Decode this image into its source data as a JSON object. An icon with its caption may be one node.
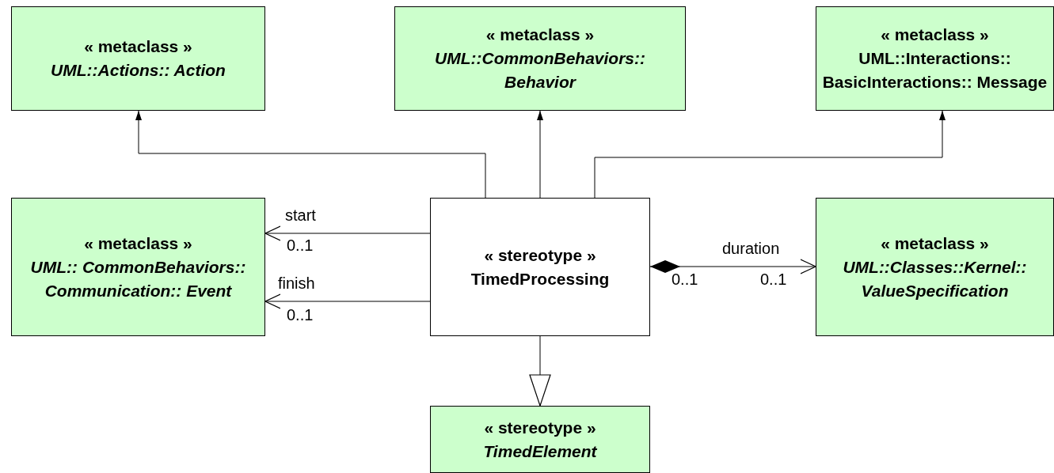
{
  "diagram": {
    "nodes": [
      {
        "text": [
          "« metaclass »",
          "UML::Actions:: Action"
        ]
      },
      {
        "text": [
          "« metaclass »",
          "UML::CommonBehaviors:: Behavior"
        ]
      },
      {
        "text": [
          "« metaclass »",
          "UML::Interactions:: BasicInteractions:: Message"
        ]
      },
      {
        "text": [
          "« metaclass »",
          "UML:: CommonBehaviors:: Communication:: Event"
        ]
      },
      {
        "text": [
          "« stereotype »",
          "TimedProcessing"
        ]
      },
      {
        "text": [
          "« metaclass »",
          "UML::Classes::Kernel:: ValueSpecification"
        ]
      },
      {
        "text": [
          "« stereotype »",
          "TimedElement"
        ]
      }
    ],
    "edges": [
      {
        "from": 4,
        "to": 0,
        "arrow": "to"
      },
      {
        "from": 4,
        "to": 1,
        "arrow": "to"
      },
      {
        "from": 4,
        "to": 2,
        "arrow": "to"
      },
      {
        "from": 4,
        "to": 3,
        "arrow": "to",
        "label": "start"
      },
      {
        "from": 4,
        "to": 3,
        "arrow": "to",
        "label": "finish"
      },
      {
        "from": 4,
        "to": 5,
        "arrow": "to",
        "label": "duration"
      },
      {
        "from": 4,
        "to": 6,
        "arrow": "to"
      }
    ],
    "labels": [
      "0..1",
      "0..1",
      "0..1",
      "0..1"
    ]
  }
}
